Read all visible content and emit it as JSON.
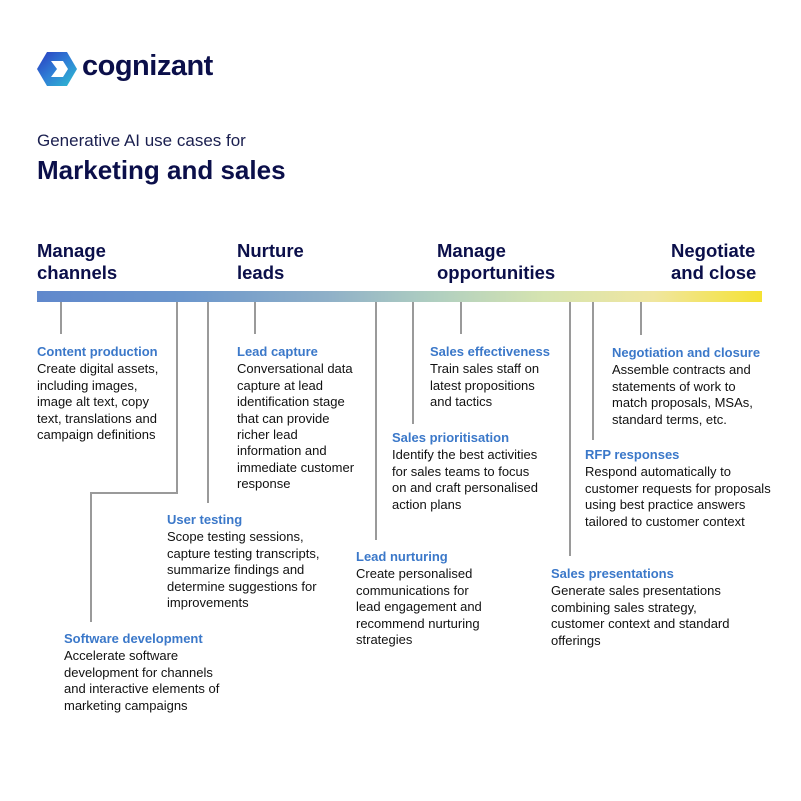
{
  "brand": {
    "name": "cognizant",
    "colors": {
      "navy": "#0b0f4a",
      "accent": "#3b78c9",
      "bar_start": "#6088cc",
      "bar_end": "#f5e232"
    }
  },
  "header": {
    "subtitle": "Generative AI use cases for",
    "title": "Marketing and sales"
  },
  "stages": [
    {
      "line1": "Manage",
      "line2": "channels"
    },
    {
      "line1": "Nurture",
      "line2": "leads"
    },
    {
      "line1": "Manage",
      "line2": "opportunities"
    },
    {
      "line1": "Negotiate",
      "line2": "and close"
    }
  ],
  "use_cases": [
    {
      "title": "Content production",
      "text": "Create digital assets, including images, image alt text, copy text, translations and campaign definitions"
    },
    {
      "title": "Software development",
      "text": "Accelerate software development for channels and interactive elements of marketing campaigns"
    },
    {
      "title": "User testing",
      "text": "Scope testing sessions, capture testing transcripts, summarize findings and determine suggestions for improvements"
    },
    {
      "title": "Lead capture",
      "text": "Conversational data capture at lead identification stage that can provide richer lead information and immediate customer response"
    },
    {
      "title": "Lead nurturing",
      "text": "Create personalised communications for lead engagement and recommend nurturing strategies"
    },
    {
      "title": "Sales prioritisation",
      "text": "Identify the best activities for sales teams to focus on and craft personalised action plans"
    },
    {
      "title": "Sales effectiveness",
      "text": "Train sales staff on latest propositions and tactics"
    },
    {
      "title": "Sales presentations",
      "text": "Generate sales presentations combining sales strategy, customer context and standard offerings"
    },
    {
      "title": "RFP responses",
      "text": "Respond automatically to customer requests for proposals using best practice answers tailored to customer context"
    },
    {
      "title": "Negotiation and closure",
      "text": "Assemble contracts and statements of work to match proposals, MSAs, standard terms, etc."
    }
  ]
}
